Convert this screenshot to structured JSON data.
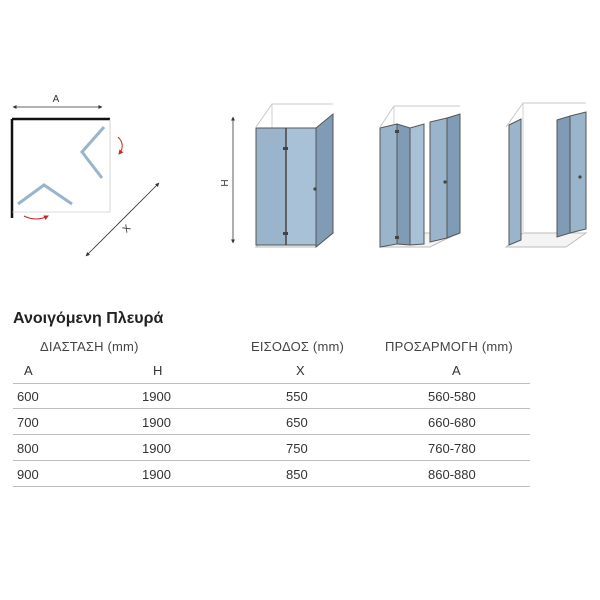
{
  "diagram": {
    "plan_width_label": "A",
    "plan_entry_label": "X",
    "height_label": "H"
  },
  "table": {
    "title": "Ανοιγόμενη Πλευρά",
    "groups": {
      "dimensions": "ΔΙΑΣΤΑΣΗ (mm)",
      "entry": "ΕΙΣΟΔΟΣ (mm)",
      "fit": "ΠΡΟΣΑΡΜΟΓΗ (mm)"
    },
    "columns": [
      "A",
      "H",
      "X",
      "A"
    ],
    "rows": [
      [
        "600",
        "1900",
        "550",
        "560-580"
      ],
      [
        "700",
        "1900",
        "650",
        "660-680"
      ],
      [
        "800",
        "1900",
        "750",
        "760-780"
      ],
      [
        "900",
        "1900",
        "850",
        "860-880"
      ]
    ]
  },
  "colors": {
    "glass": "#9ab4cc",
    "glass_dark": "#7f9bb5",
    "profile": "#555555",
    "rotation_arrow": "#c62828"
  }
}
